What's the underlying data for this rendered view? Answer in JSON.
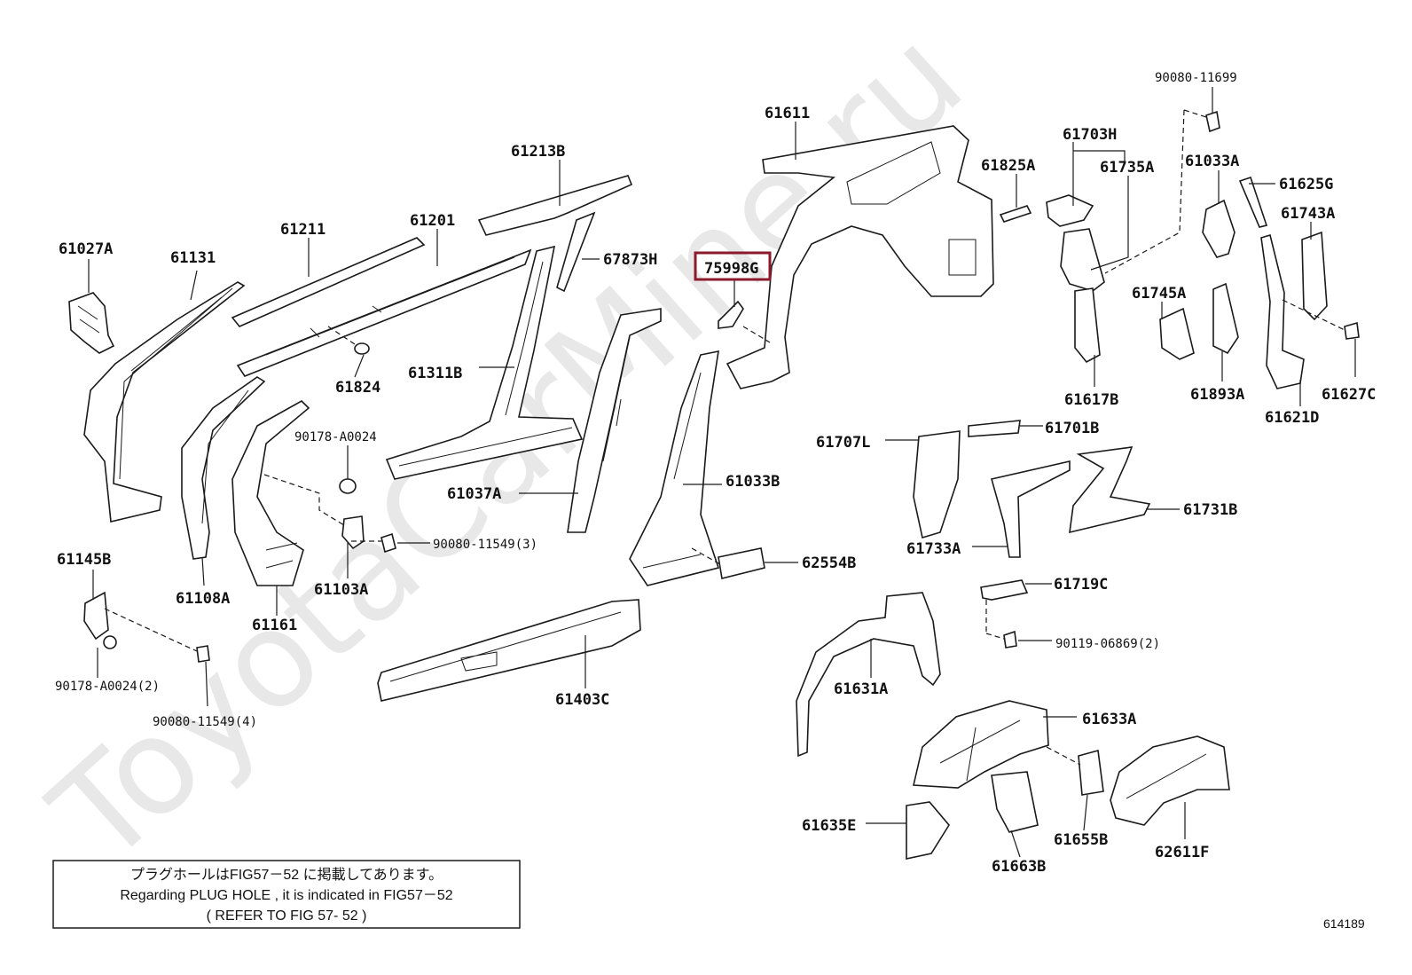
{
  "watermark": "ToyotaCarMine.ru",
  "highlight_part": "75998G",
  "parts": [
    {
      "number": "61027A"
    },
    {
      "number": "61131"
    },
    {
      "number": "61211"
    },
    {
      "number": "61201"
    },
    {
      "number": "61213B"
    },
    {
      "number": "67873H"
    },
    {
      "number": "75998G"
    },
    {
      "number": "61611"
    },
    {
      "number": "61825A"
    },
    {
      "number": "61703H"
    },
    {
      "number": "61735A"
    },
    {
      "number": "90080-11699"
    },
    {
      "number": "61033A"
    },
    {
      "number": "61625G"
    },
    {
      "number": "61743A"
    },
    {
      "number": "61745A"
    },
    {
      "number": "61824"
    },
    {
      "number": "61311B"
    },
    {
      "number": "61617B"
    },
    {
      "number": "61893A"
    },
    {
      "number": "61621D"
    },
    {
      "number": "61627C"
    },
    {
      "number": "90178-A0024"
    },
    {
      "number": "61707L"
    },
    {
      "number": "61701B"
    },
    {
      "number": "61037A"
    },
    {
      "number": "61033B"
    },
    {
      "number": "61731B"
    },
    {
      "number": "61733A"
    },
    {
      "number": "90080-11549(3)"
    },
    {
      "number": "61145B"
    },
    {
      "number": "62554B"
    },
    {
      "number": "61719C"
    },
    {
      "number": "61108A"
    },
    {
      "number": "61103A"
    },
    {
      "number": "61161"
    },
    {
      "number": "90119-06869(2)"
    },
    {
      "number": "90178-A0024(2)"
    },
    {
      "number": "61631A"
    },
    {
      "number": "61403C"
    },
    {
      "number": "90080-11549(4)"
    },
    {
      "number": "61633A"
    },
    {
      "number": "61635E"
    },
    {
      "number": "61655B"
    },
    {
      "number": "62611F"
    },
    {
      "number": "61663B"
    }
  ],
  "note": {
    "line1": "プラグホールはFIG57－52 に掲載してあります。",
    "line2": "Regarding  PLUG HOLE  , it  is  indicated  in  FIG57－52",
    "line3": "(     REFER TO FIG 57- 52     )"
  },
  "figure_id": "614189"
}
